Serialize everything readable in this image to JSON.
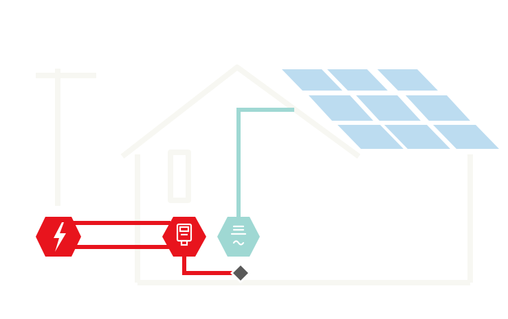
{
  "diagram": {
    "type": "solar-grid-connection",
    "description_components": [
      {
        "id": "grid",
        "icon": "lightning-bolt-icon"
      },
      {
        "id": "meter",
        "icon": "electric-meter-icon"
      },
      {
        "id": "inverter",
        "icon": "inverter-icon"
      },
      {
        "id": "junction",
        "icon": "junction-diamond-icon"
      },
      {
        "id": "solar-array",
        "icon": "solar-panel-icon"
      }
    ],
    "colors": {
      "grid_red": "#e8141d",
      "inverter_teal": "#9fd8d3",
      "panel_blue": "#bcdcf0",
      "house_outline": "#f7f7f2",
      "junction_gray": "#5a5a5a",
      "background": "#ffffff"
    },
    "solar_panel_layout": {
      "rows": 3,
      "cells_per_row": [
        3,
        3,
        3
      ]
    }
  }
}
